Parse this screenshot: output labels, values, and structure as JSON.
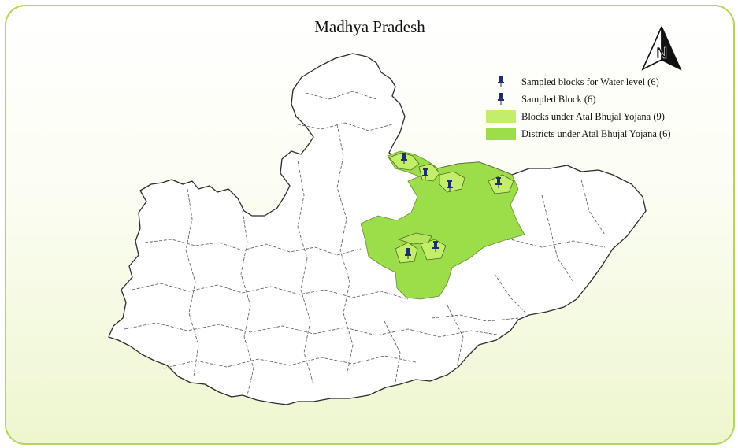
{
  "map": {
    "title": "Madhya Pradesh",
    "north_label": "N"
  },
  "legend": {
    "items": [
      {
        "label": "Sampled blocks for Water level (6)",
        "symbol": "pin-icon"
      },
      {
        "label": "Sampled Block (6)",
        "symbol": "pin-icon"
      },
      {
        "label": "Blocks under Atal Bhujal Yojana (9)",
        "symbol": "swatch"
      },
      {
        "label": "Districts under Atal Bhujal Yojana (6)",
        "symbol": "swatch"
      }
    ]
  },
  "colors": {
    "frame_border": "#b5d45a",
    "district_fill": "#9cde4a",
    "block_fill": "#c2ee6a",
    "pin": "#1f2f6e",
    "state_outline": "#2b2b2b"
  }
}
